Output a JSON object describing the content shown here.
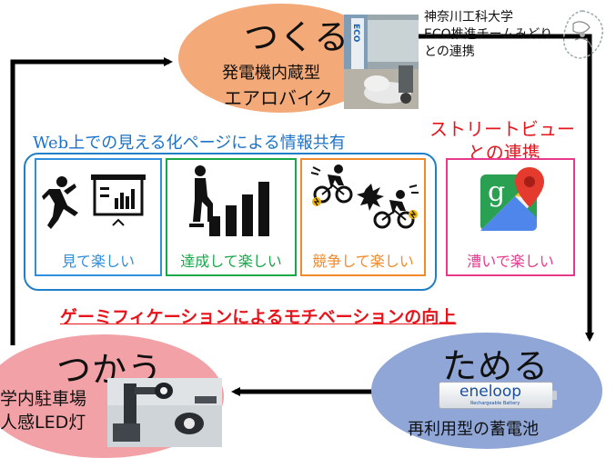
{
  "make": {
    "title": "つくる",
    "subtitle_line1": "発電機内蔵型",
    "subtitle_line2": "エアロバイク",
    "photo_text": "ECO"
  },
  "collab": {
    "line1": "神奈川工科大学",
    "line2": "ECO推進チームみどり",
    "line3": "との連携"
  },
  "store": {
    "title": "ためる",
    "brand": "eneloop",
    "brand_sub": "Rechargeable Battery",
    "caption": "再利用型の蓄電池"
  },
  "use": {
    "title": "つかう",
    "line1": "学内駐車場",
    "line2": "人感LED灯"
  },
  "web_header": "Web上での見える化ページによる情報共有",
  "streetview_header_line1": "ストリートビュー",
  "streetview_header_line2": "との連携",
  "cards": [
    {
      "caption": "見て楽しい",
      "color": "#2f8fdc"
    },
    {
      "caption": "達成して楽しい",
      "color": "#18a84a"
    },
    {
      "caption": "競争して楽しい",
      "color": "#f08a2a"
    },
    {
      "caption": "漕いで楽しい",
      "color": "#e83a8c"
    }
  ],
  "maps_letter": "g",
  "motivation": "ゲーミフィケーションによるモチベーションの向上",
  "colors": {
    "make_oval": "#f4a978",
    "store_oval": "#8fa6d6",
    "use_oval": "#f2a2a6",
    "web_border": "#1f7fc8",
    "accent_red": "#e8141c",
    "web_text": "#1a73c9"
  }
}
